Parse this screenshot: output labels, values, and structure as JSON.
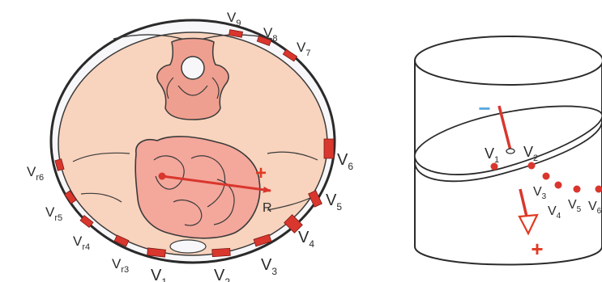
{
  "colors": {
    "skin_border": "#2a2a2a",
    "skin_fill": "#f7f6f8",
    "body_fill": "#f8d3bd",
    "spine_fill": "#ef9f8f",
    "heart_fill": "#f4a79b",
    "electrode": "#d9362d",
    "vector_line": "#d9362d",
    "plus_color": "#e23a22",
    "minus_color": "#5aa8e0",
    "outline": "#2b2b2b"
  },
  "left_diagram": {
    "vector_label": "R",
    "plus_sign": "+",
    "electrodes": [
      {
        "id": "V9",
        "base": "V",
        "sub": "9"
      },
      {
        "id": "V8",
        "base": "V",
        "sub": "8"
      },
      {
        "id": "V7",
        "base": "V",
        "sub": "7"
      },
      {
        "id": "V6",
        "base": "V",
        "sub": "6"
      },
      {
        "id": "V5",
        "base": "V",
        "sub": "5"
      },
      {
        "id": "V4",
        "base": "V",
        "sub": "4"
      },
      {
        "id": "V3",
        "base": "V",
        "sub": "3"
      },
      {
        "id": "V2",
        "base": "V",
        "sub": "2"
      },
      {
        "id": "V1",
        "base": "V",
        "sub": "1"
      },
      {
        "id": "Vr3",
        "base": "V",
        "sub": "r3"
      },
      {
        "id": "Vr4",
        "base": "V",
        "sub": "r4"
      },
      {
        "id": "Vr5",
        "base": "V",
        "sub": "r5"
      },
      {
        "id": "Vr6",
        "base": "V",
        "sub": "r6"
      }
    ]
  },
  "right_diagram": {
    "minus_sign": "−",
    "plus_sign": "+",
    "leads": [
      {
        "id": "V1",
        "base": "V",
        "sub": "1"
      },
      {
        "id": "V2",
        "base": "V",
        "sub": "2"
      },
      {
        "id": "V3",
        "base": "V",
        "sub": "3"
      },
      {
        "id": "V4",
        "base": "V",
        "sub": "4"
      },
      {
        "id": "V5",
        "base": "V",
        "sub": "5"
      },
      {
        "id": "V6",
        "base": "V",
        "sub": "6"
      }
    ]
  }
}
